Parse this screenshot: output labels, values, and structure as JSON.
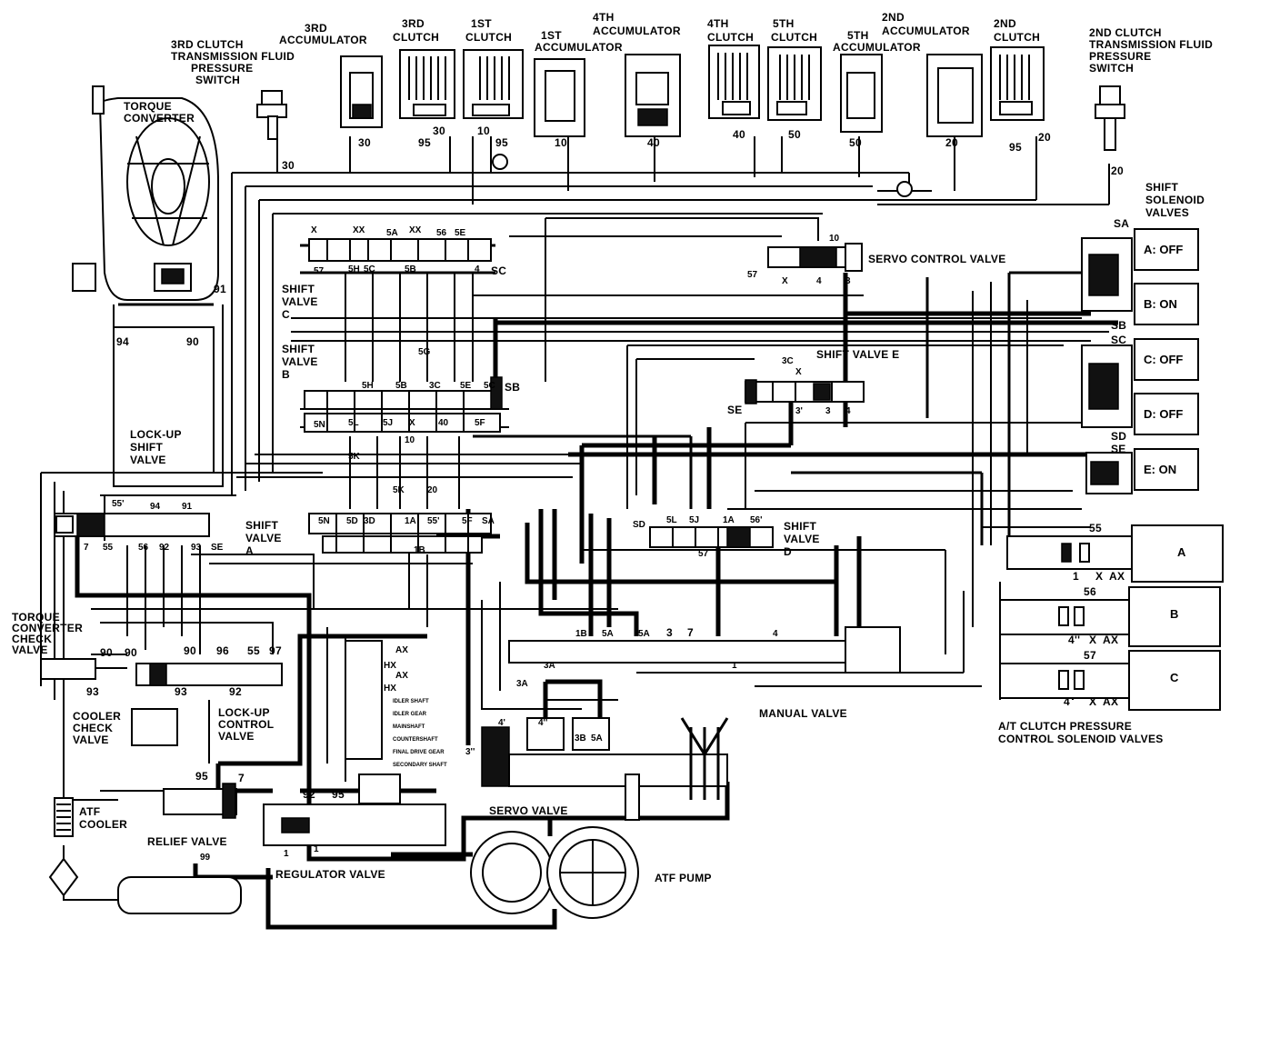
{
  "top_labels": [
    {
      "key": "3rd_clutch_switch",
      "lines": [
        "3RD CLUTCH",
        "TRANSMISSION FLUID",
        "PRESSURE",
        "SWITCH"
      ]
    },
    {
      "key": "3rd_accumulator",
      "lines": [
        "3RD",
        "ACCUMULATOR"
      ]
    },
    {
      "key": "3rd_clutch",
      "lines": [
        "3RD",
        "CLUTCH"
      ]
    },
    {
      "key": "1st_clutch",
      "lines": [
        "1ST",
        "CLUTCH"
      ]
    },
    {
      "key": "1st_accumulator",
      "lines": [
        "1ST",
        "ACCUMULATOR"
      ]
    },
    {
      "key": "4th_accumulator",
      "lines": [
        "4TH",
        "ACCUMULATOR"
      ]
    },
    {
      "key": "4th_clutch",
      "lines": [
        "4TH",
        "CLUTCH"
      ]
    },
    {
      "key": "5th_clutch",
      "lines": [
        "5TH",
        "CLUTCH"
      ]
    },
    {
      "key": "5th_accumulator",
      "lines": [
        "5TH",
        "ACCUMULATOR"
      ]
    },
    {
      "key": "2nd_accumulator",
      "lines": [
        "2ND",
        "ACCUMULATOR"
      ]
    },
    {
      "key": "2nd_clutch",
      "lines": [
        "2ND",
        "CLUTCH"
      ]
    },
    {
      "key": "2nd_clutch_switch",
      "lines": [
        "2ND CLUTCH",
        "TRANSMISSION FLUID",
        "PRESSURE",
        "SWITCH"
      ]
    }
  ],
  "component_labels": {
    "torque_converter": [
      "TORQUE",
      "CONVERTER"
    ],
    "lockup_shift_valve": [
      "LOCK-UP",
      "SHIFT",
      "VALVE"
    ],
    "shift_valve_c": [
      "SHIFT",
      "VALVE",
      "C"
    ],
    "shift_valve_b": [
      "SHIFT",
      "VALVE",
      "B"
    ],
    "shift_valve_a": [
      "SHIFT",
      "VALVE",
      "A"
    ],
    "shift_valve_d": [
      "SHIFT",
      "VALVE",
      "D"
    ],
    "shift_valve_e": "SHIFT VALVE E",
    "servo_control_valve": "SERVO CONTROL VALVE",
    "shift_solenoid_valves": [
      "SHIFT",
      "SOLENOID",
      "VALVES"
    ],
    "torque_converter_check_valve": [
      "TORQUE",
      "CONVERTER",
      "CHECK",
      "VALVE"
    ],
    "cooler_check_valve": [
      "COOLER",
      "CHECK",
      "VALVE"
    ],
    "lockup_control_valve": [
      "LOCK-UP",
      "CONTROL",
      "VALVE"
    ],
    "atf_cooler": [
      "ATF",
      "COOLER"
    ],
    "relief_valve": "RELIEF VALVE",
    "regulator_valve": "REGULATOR VALVE",
    "servo_valve": "SERVO VALVE",
    "atf_pump": "ATF PUMP",
    "manual_valve": "MANUAL VALVE",
    "clutch_pressure_solenoids": [
      "A/T CLUTCH PRESSURE",
      "CONTROL SOLENOID VALVES"
    ]
  },
  "shift_solenoids": [
    {
      "letter": "A",
      "state": "A: OFF"
    },
    {
      "letter": "B",
      "state": "B: ON"
    },
    {
      "letter": "C",
      "state": "C: OFF"
    },
    {
      "letter": "D",
      "state": "D: OFF"
    },
    {
      "letter": "E",
      "state": "E: ON"
    }
  ],
  "solenoid_tags": [
    "SA",
    "SB",
    "SC",
    "SD",
    "SE"
  ],
  "clutch_pressure_solenoids": [
    {
      "letter": "A",
      "port": "55"
    },
    {
      "letter": "B",
      "port": "56"
    },
    {
      "letter": "C",
      "port": "57"
    }
  ],
  "port_numbers": {
    "top": [
      "30",
      "30",
      "95",
      "30",
      "10",
      "95",
      "10",
      "40",
      "40",
      "50",
      "50",
      "20",
      "95",
      "20",
      "20"
    ],
    "converter": [
      "91",
      "94",
      "90"
    ],
    "valve_a": [
      "55'",
      "94",
      "91",
      "7",
      "55",
      "56",
      "92",
      "93",
      "SE"
    ],
    "valve_c": [
      "X",
      "XX",
      "5A",
      "XX",
      "56",
      "5E",
      "57",
      "5H",
      "5C",
      "5B",
      "5G",
      "4",
      "SC"
    ],
    "valve_b": [
      "5H",
      "5B",
      "3C",
      "5E",
      "5C",
      "SB",
      "5N",
      "5L",
      "5J",
      "X",
      "40",
      "5F",
      "10",
      "5K"
    ],
    "center": [
      "5K",
      "20",
      "5N",
      "5D",
      "3D",
      "1A",
      "55'",
      "5F",
      "SA",
      "1B"
    ],
    "valve_d": [
      "SD",
      "5L",
      "5J",
      "1A",
      "56'",
      "57"
    ],
    "valve_e": [
      "3C",
      "SE",
      "X",
      "3'",
      "3",
      "4"
    ],
    "servo_ctrl": [
      "10",
      "57",
      "X",
      "4",
      "3"
    ],
    "lower_left": [
      "90",
      "93",
      "90",
      "90",
      "96",
      "55",
      "97",
      "93",
      "92",
      "7",
      "95"
    ],
    "regulator": [
      "92",
      "95",
      "1",
      "1"
    ],
    "manual": [
      "1B",
      "5A",
      "5A",
      "3",
      "7",
      "4",
      "1",
      "3A",
      "3A",
      "4'",
      "4''",
      "3B",
      "5A",
      "3''"
    ],
    "cp_sol": [
      "1",
      "X",
      "AX",
      "4''",
      "X",
      "AX",
      "4",
      "X",
      "AX"
    ],
    "misc": [
      "99",
      "AX",
      "HX",
      "AX",
      "HX"
    ],
    "shaft_labels": [
      "IDLER SHAFT",
      "IDLER GEAR",
      "MAINSHAFT",
      "COUNTERSHAFT",
      "FINAL DRIVE GEAR",
      "SECONDARY SHAFT"
    ]
  }
}
